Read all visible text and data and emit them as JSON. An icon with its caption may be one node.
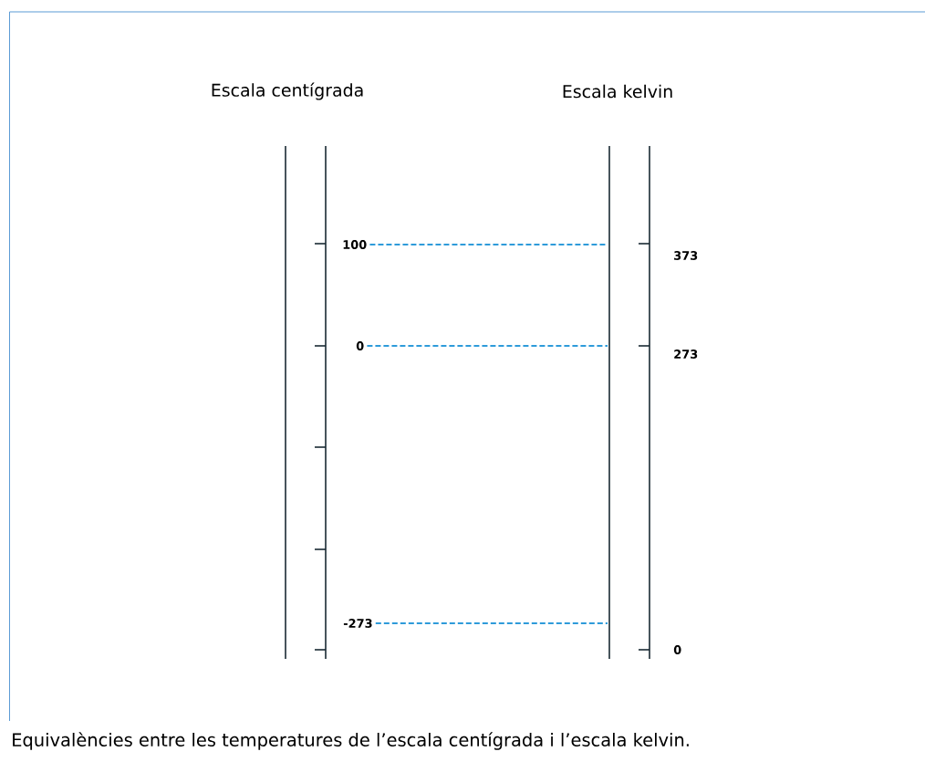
{
  "diagram": {
    "caption": "Equivalències entre les temperatures de l’escala centígrada i l’escala kelvin.",
    "labels": [
      "Escala centígrada",
      "Escala kelvin",
      "100",
      "373",
      "0",
      "273",
      "-273",
      "0"
    ]
  }
}
